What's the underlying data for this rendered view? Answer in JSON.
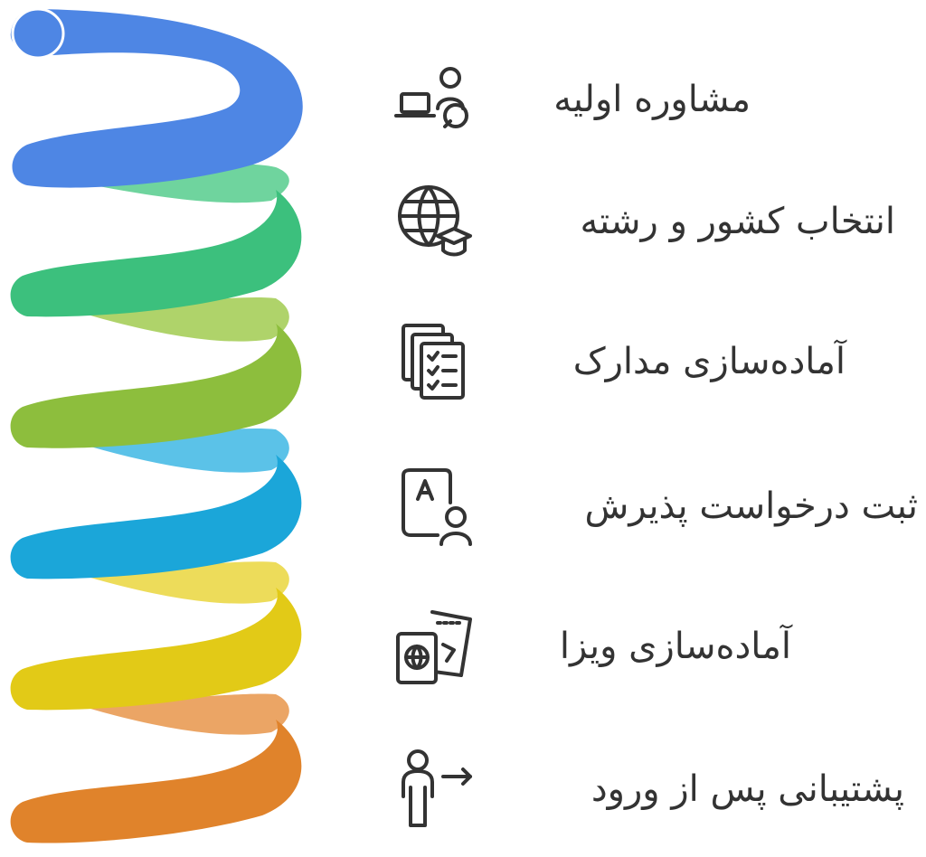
{
  "steps": [
    {
      "label": "مشاوره اولیه",
      "icon": "consultation-icon",
      "color": "#4E86E4"
    },
    {
      "label": "انتخاب کشور و رشته",
      "icon": "globe-graduation-icon",
      "color": "#3CC07D"
    },
    {
      "label": "آماده‌سازی مدارک",
      "icon": "documents-checklist-icon",
      "color": "#8DBE3D"
    },
    {
      "label": "ثبت درخواست پذیرش",
      "icon": "application-user-icon",
      "color": "#1BA6D9"
    },
    {
      "label": "آماده‌سازی ویزا",
      "icon": "passport-ticket-icon",
      "color": "#E2CA17"
    },
    {
      "label": "پشتیبانی پس از ورود",
      "icon": "person-arrow-icon",
      "color": "#E0832B"
    }
  ]
}
